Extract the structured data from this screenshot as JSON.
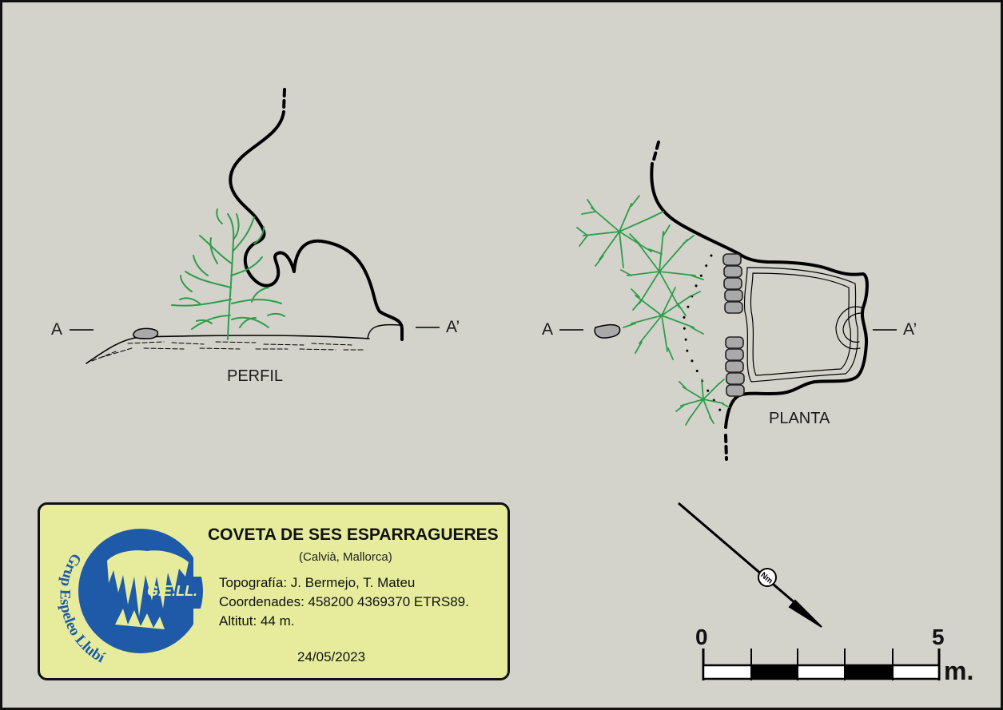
{
  "title": "COVETA DE SES ESPARRAGUERES",
  "location": "(Calvià, Mallorca)",
  "credits": {
    "topography": "Topografía: J. Bermejo, T. Mateu",
    "coordinates": "Coordenades: 458200 4369370 ETRS89.",
    "altitude": "Altitut: 44 m."
  },
  "date": "24/05/2023",
  "logo": {
    "ring_text": "Grup Espeleo Llubí",
    "initials": "G.E.LL."
  },
  "views": {
    "profile": "PERFIL",
    "plan": "PLANTA"
  },
  "section_markers": {
    "start": "A",
    "end": "A’"
  },
  "north_arrow": {
    "label": "Nm",
    "icon": "north-arrow-icon"
  },
  "scale_bar": {
    "min_label": "0",
    "max_label": "5",
    "unit": "m.",
    "segments": 5
  },
  "colors": {
    "background": "#d3d3cc",
    "card": "#e6ec9c",
    "vegetation": "#2f9d4a",
    "logo_blue": "#1e5aa8",
    "rock": "#a9a9a9"
  }
}
